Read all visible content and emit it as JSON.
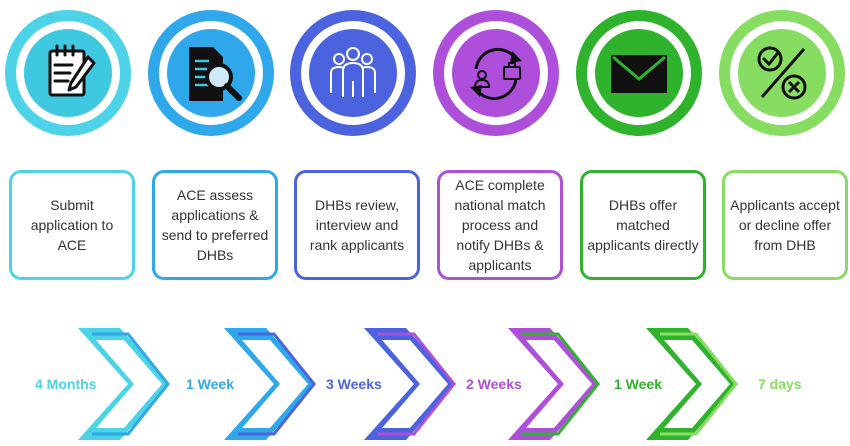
{
  "steps": [
    {
      "icon": "notepad-icon",
      "text": "Submit application to ACE",
      "color": "#4cd3e8",
      "inner": "#3ec9e0"
    },
    {
      "icon": "document-search-icon",
      "text": "ACE assess applications & send to preferred DHBs",
      "color": "#2ea8ea",
      "inner": "#2ea8ea"
    },
    {
      "icon": "people-group-icon",
      "text": "DHBs review, interview and rank applicants",
      "color": "#4b63df",
      "inner": "#4b63df"
    },
    {
      "icon": "match-cycle-icon",
      "text": "ACE complete national match process and notify DHBs & applicants",
      "color": "#ae4fdc",
      "inner": "#ae4fdc"
    },
    {
      "icon": "envelope-icon",
      "text": "DHBs offer matched applicants directly",
      "color": "#2fb32c",
      "inner": "#2fb32c"
    },
    {
      "icon": "accept-decline-icon",
      "text": "Applicants accept or decline offer from DHB",
      "color": "#87dc62",
      "inner": "#87dc62"
    }
  ],
  "timeline": [
    {
      "label": "4 Months",
      "color": "#4cd3e8"
    },
    {
      "label": "1 Week",
      "color": "#2ea8ea"
    },
    {
      "label": "3 Weeks",
      "color": "#4b63df"
    },
    {
      "label": "2 Weeks",
      "color": "#ae4fdc"
    },
    {
      "label": "1 Week",
      "color": "#2fb32c"
    },
    {
      "label": "7 days",
      "color": "#87dc62"
    }
  ],
  "chevrons": [
    {
      "icon": "chevron-right-icon",
      "color": "#4cd3e8",
      "next": "#2ea8ea"
    },
    {
      "icon": "chevron-right-icon",
      "color": "#2ea8ea",
      "next": "#4b63df"
    },
    {
      "icon": "chevron-right-icon",
      "color": "#4b63df",
      "next": "#ae4fdc"
    },
    {
      "icon": "chevron-right-icon",
      "color": "#ae4fdc",
      "next": "#2fb32c"
    },
    {
      "icon": "chevron-right-icon",
      "color": "#2fb32c",
      "next": "#87dc62"
    }
  ]
}
